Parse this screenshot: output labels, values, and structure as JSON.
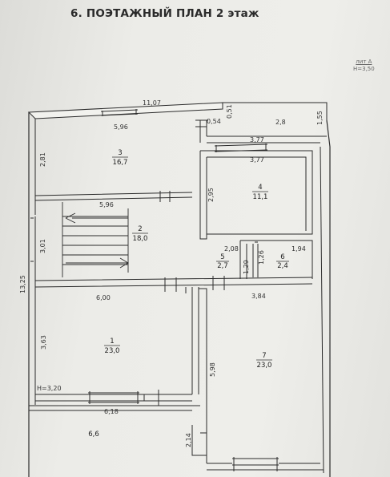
{
  "title": "6. ПОЭТАЖНЫЙ ПЛАН  2  этаж",
  "liter": {
    "line1": "лит А",
    "line2": "Н=3,50"
  },
  "rooms": [
    {
      "id": "3",
      "number": "3",
      "area": "16,7"
    },
    {
      "id": "2",
      "number": "2",
      "area": "18,0"
    },
    {
      "id": "4",
      "number": "4",
      "area": "11,1"
    },
    {
      "id": "5",
      "number": "5",
      "area": "2,7"
    },
    {
      "id": "6",
      "number": "6",
      "area": "2,4"
    },
    {
      "id": "1",
      "number": "1",
      "area": "23,0"
    },
    {
      "id": "7",
      "number": "7",
      "area": "23,0"
    }
  ],
  "balcony_area": "6,6",
  "dims": {
    "top_total": "11,07",
    "room3_width": "5,96",
    "corridor_gap": "0,54",
    "notch_height": "0,51",
    "right_upper": "2,8",
    "right_height": "1,55",
    "room4_top": "3,77",
    "room4_inner": "3,77",
    "room3_height": "2,81",
    "room4_height": "2,95",
    "stair_width": "5,96",
    "stair_height": "3,01",
    "room5_width": "2,08",
    "room6_width": "1,94",
    "room6_height": "1,26",
    "room5_height": "1,29",
    "left_total": "13,25",
    "room1_width": "6,00",
    "room7_width": "3,84",
    "room1_height": "3,63",
    "room7_height": "5,98",
    "ceiling_mark": "Н=3,20",
    "balcony_width": "6,18",
    "balcony_depth": "2,14"
  }
}
